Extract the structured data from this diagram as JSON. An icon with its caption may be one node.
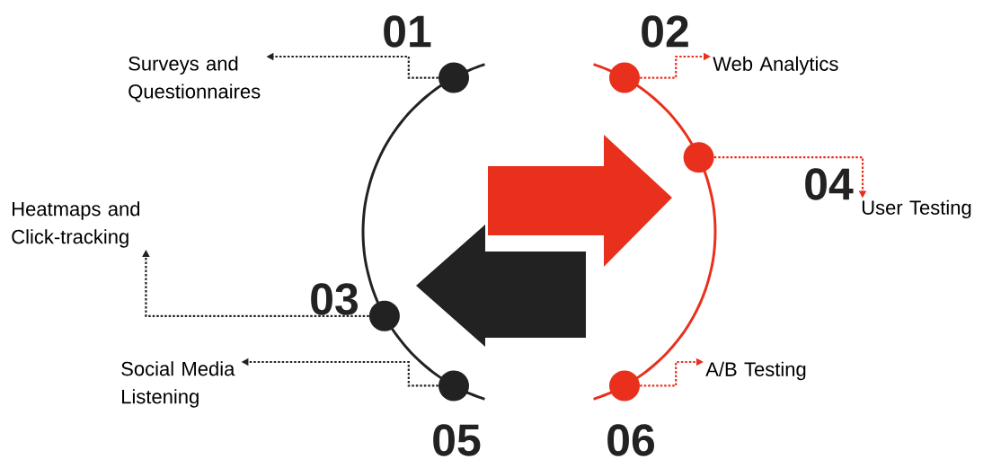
{
  "diagram": {
    "nodes": [
      {
        "text": [
          "Surveys and Questionnaires"
        ]
      },
      {
        "text": [],
        "shape": "circle"
      },
      {
        "text": [],
        "shape": "circle"
      },
      {
        "text": [
          "Web Analytics"
        ]
      },
      {
        "text": [],
        "shape": "circle"
      },
      {
        "text": [
          "User Testing"
        ]
      },
      {
        "text": [
          "Heatmaps and Click-tracking"
        ]
      },
      {
        "text": [],
        "shape": "circle"
      },
      {
        "text": [
          "Social Media Listening"
        ]
      },
      {
        "text": [],
        "shape": "circle"
      },
      {
        "text": [],
        "shape": "circle"
      },
      {
        "text": [
          "A/B Testing"
        ]
      }
    ],
    "edges": [
      {
        "from": 1,
        "to": 0,
        "arrow": "to",
        "style": "dashed"
      },
      {
        "from": 2,
        "to": 3,
        "arrow": "to",
        "style": "dashed",
        "color": "#e8301c"
      },
      {
        "from": 4,
        "to": 5,
        "arrow": "to",
        "style": "dashed",
        "color": "#e8301c"
      },
      {
        "from": 7,
        "to": 6,
        "arrow": "to",
        "style": "dashed"
      },
      {
        "from": 9,
        "to": 8,
        "arrow": "to",
        "style": "dashed"
      },
      {
        "from": 10,
        "to": 11,
        "arrow": "to",
        "style": "dashed",
        "color": "#e8301c"
      }
    ],
    "labels": [
      "01",
      "02",
      "03",
      "04",
      "05",
      "06"
    ]
  }
}
